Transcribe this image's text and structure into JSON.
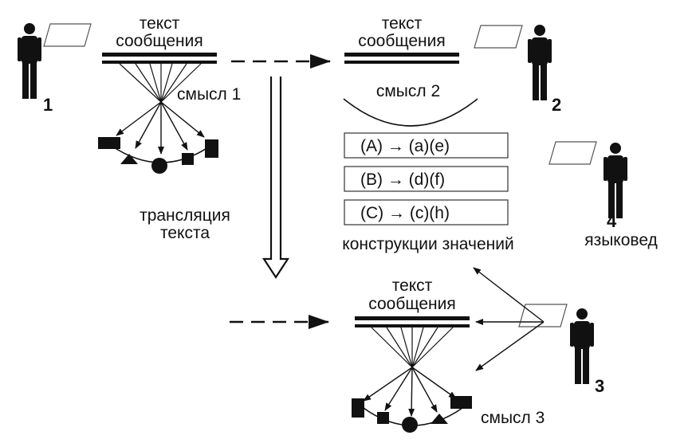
{
  "labels": {
    "message_text_line1": "текст",
    "message_text_line2": "сообщения",
    "meaning_1": "смысл 1",
    "meaning_2": "смысл 2",
    "meaning_3": "смысл 3",
    "translation_line1": "трансляция",
    "translation_line2": "текста",
    "meaning_constructions": "конструкции значений",
    "linguist": "языковед"
  },
  "participants": {
    "p1": "1",
    "p2": "2",
    "p3": "3",
    "p4": "4"
  },
  "constructions": [
    {
      "text": "(A) → (a)(e)"
    },
    {
      "text": "(B) → (d)(f)"
    },
    {
      "text": "(C) → (c)(h)"
    }
  ],
  "colors": {
    "ink": "#111111",
    "paper": "#ffffff"
  }
}
